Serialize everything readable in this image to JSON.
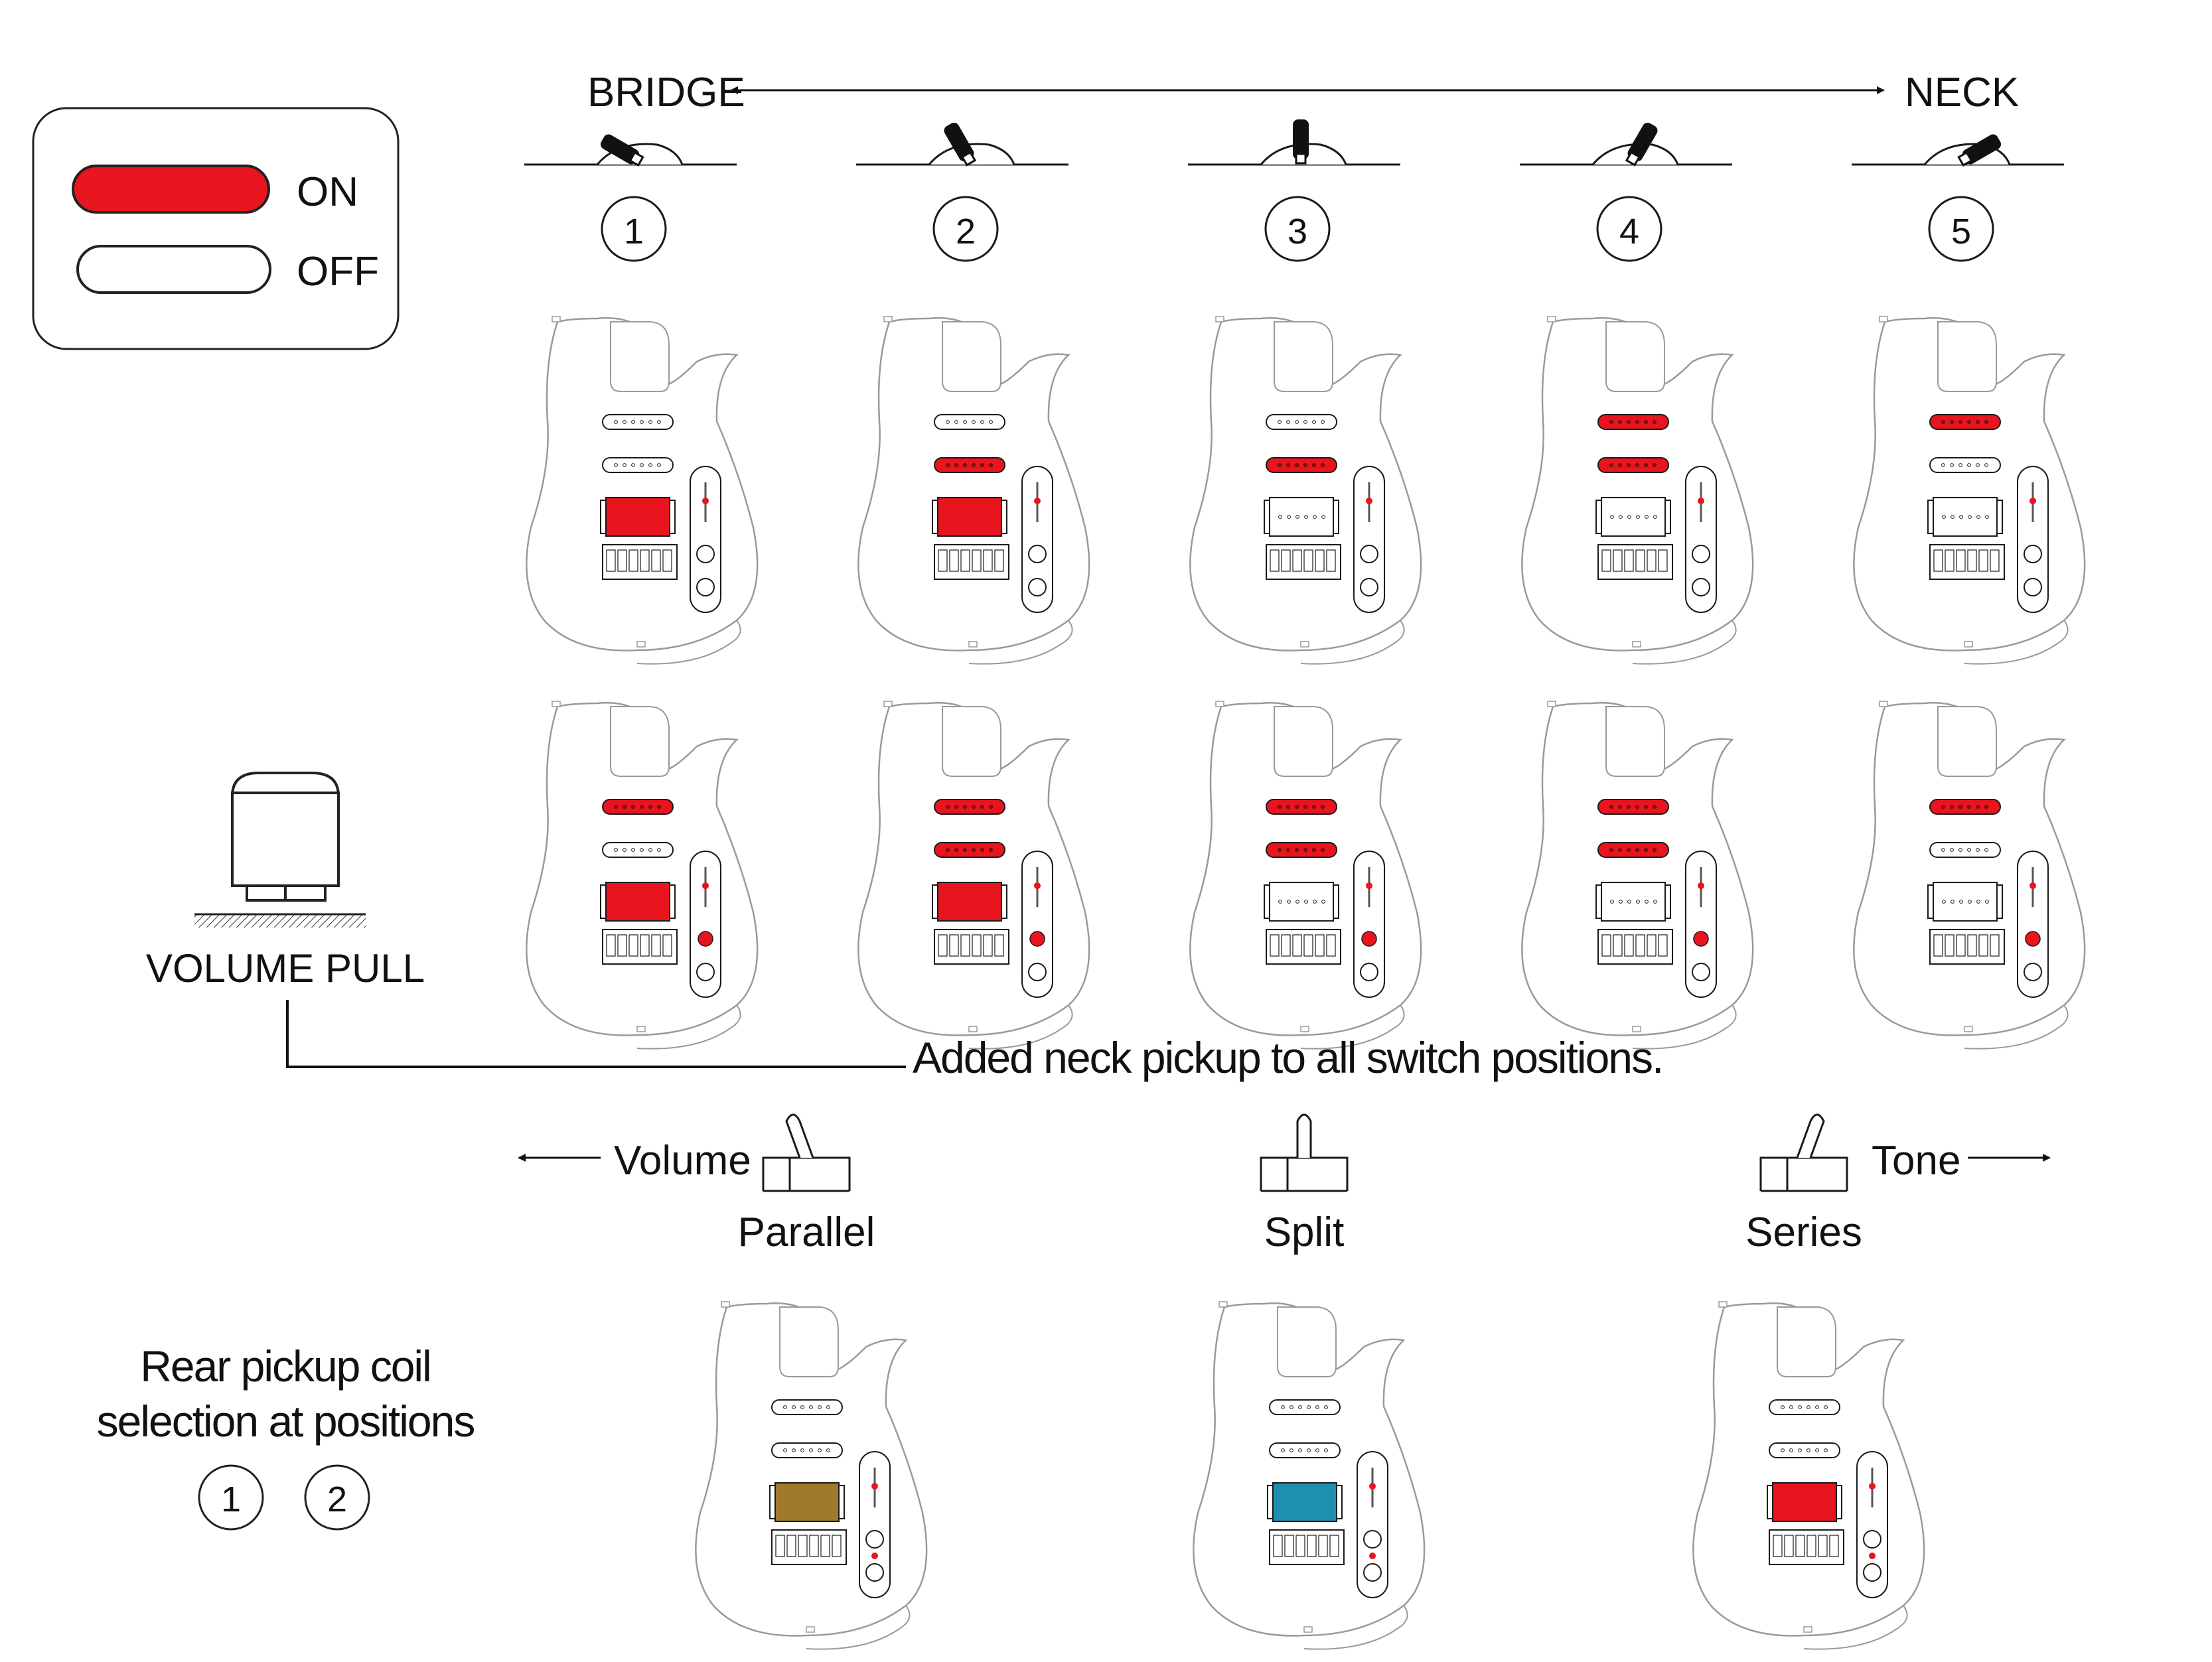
{
  "legend": {
    "on_label": "ON",
    "off_label": "OFF"
  },
  "switch_header": {
    "bridge_label": "BRIDGE",
    "neck_label": "NECK",
    "positions": [
      "1",
      "2",
      "3",
      "4",
      "5"
    ]
  },
  "standard_row": [
    {
      "position": "1",
      "neck": "off",
      "middle": "off",
      "bridge": "on"
    },
    {
      "position": "2",
      "neck": "off",
      "middle": "on",
      "bridge": "on"
    },
    {
      "position": "3",
      "neck": "off",
      "middle": "on",
      "bridge": "off"
    },
    {
      "position": "4",
      "neck": "on",
      "middle": "on",
      "bridge": "off"
    },
    {
      "position": "5",
      "neck": "on",
      "middle": "off",
      "bridge": "off"
    }
  ],
  "pull_row": [
    {
      "position": "1",
      "neck": "on",
      "middle": "off",
      "bridge": "on"
    },
    {
      "position": "2",
      "neck": "on",
      "middle": "on",
      "bridge": "on"
    },
    {
      "position": "3",
      "neck": "on",
      "middle": "on",
      "bridge": "off"
    },
    {
      "position": "4",
      "neck": "on",
      "middle": "on",
      "bridge": "off"
    },
    {
      "position": "5",
      "neck": "on",
      "middle": "off",
      "bridge": "off"
    }
  ],
  "volume_pull": {
    "label": "VOLUME PULL",
    "note": "Added neck pickup to all switch positions."
  },
  "coil_switch": {
    "volume_label": "Volume",
    "tone_label": "Tone",
    "modes": [
      {
        "label": "Parallel",
        "color": "#a07a2a"
      },
      {
        "label": "Split",
        "color": "#1f8fb0"
      },
      {
        "label": "Series",
        "color": "#e8141e"
      }
    ]
  },
  "rear_pickup": {
    "line1": "Rear pickup coil",
    "line2": "selection at positions",
    "positions": [
      "1",
      "2"
    ]
  },
  "colors": {
    "on": "#e8141e",
    "outline": "#1a1a1a",
    "body_line": "#9a9a9a"
  }
}
